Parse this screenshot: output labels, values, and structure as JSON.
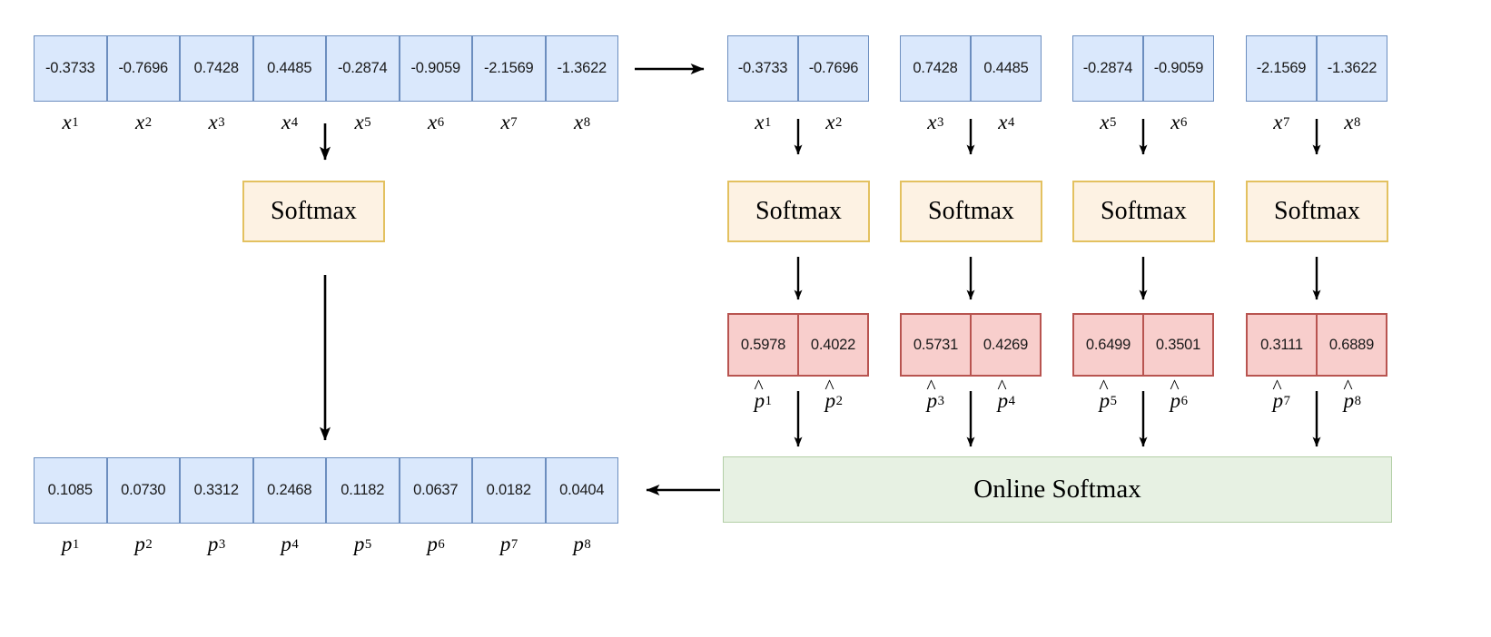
{
  "diagram": {
    "title": "Online Softmax tiling diagram",
    "colors": {
      "blue_fill": "#dae8fc",
      "blue_border": "#6c8ebf",
      "red_fill": "#f8cecc",
      "red_border": "#b85450",
      "yellow_fill": "#fdf2e3",
      "yellow_border": "#e3c160",
      "green_fill": "#e7f1e3",
      "green_border": "#b3cfa6",
      "arrow": "#000000"
    },
    "input_row": {
      "values": [
        "-0.3733",
        "-0.7696",
        "0.7428",
        "0.4485",
        "-0.2874",
        "-0.9059",
        "-2.1569",
        "-1.3622"
      ],
      "labels": [
        "x1",
        "x2",
        "x3",
        "x4",
        "x5",
        "x6",
        "x7",
        "x8"
      ],
      "label_base": "x",
      "label_indices": [
        "1",
        "2",
        "3",
        "4",
        "5",
        "6",
        "7",
        "8"
      ]
    },
    "output_row": {
      "values": [
        "0.1085",
        "0.0730",
        "0.3312",
        "0.2468",
        "0.1182",
        "0.0637",
        "0.0182",
        "0.0404"
      ],
      "label_base": "p",
      "label_indices": [
        "1",
        "2",
        "3",
        "4",
        "5",
        "6",
        "7",
        "8"
      ]
    },
    "softmax_label": "Softmax",
    "online_softmax_label": "Online Softmax",
    "tiles": [
      {
        "input_values": [
          "-0.3733",
          "-0.7696"
        ],
        "input_indices": [
          "1",
          "2"
        ],
        "prob_values": [
          "0.5978",
          "0.4022"
        ],
        "prob_indices": [
          "1",
          "2"
        ],
        "softmax_label": "Softmax"
      },
      {
        "input_values": [
          "0.7428",
          "0.4485"
        ],
        "input_indices": [
          "3",
          "4"
        ],
        "prob_values": [
          "0.5731",
          "0.4269"
        ],
        "prob_indices": [
          "3",
          "4"
        ],
        "softmax_label": "Softmax"
      },
      {
        "input_values": [
          "-0.2874",
          "-0.9059"
        ],
        "input_indices": [
          "5",
          "6"
        ],
        "prob_values": [
          "0.6499",
          "0.3501"
        ],
        "prob_indices": [
          "5",
          "6"
        ],
        "softmax_label": "Softmax"
      },
      {
        "input_values": [
          "-2.1569",
          "-1.3622"
        ],
        "input_indices": [
          "7",
          "8"
        ],
        "prob_values": [
          "0.3111",
          "0.6889"
        ],
        "prob_indices": [
          "7",
          "8"
        ],
        "softmax_label": "Softmax"
      }
    ],
    "prob_label_base": "p",
    "prob_label_hat": "^"
  }
}
